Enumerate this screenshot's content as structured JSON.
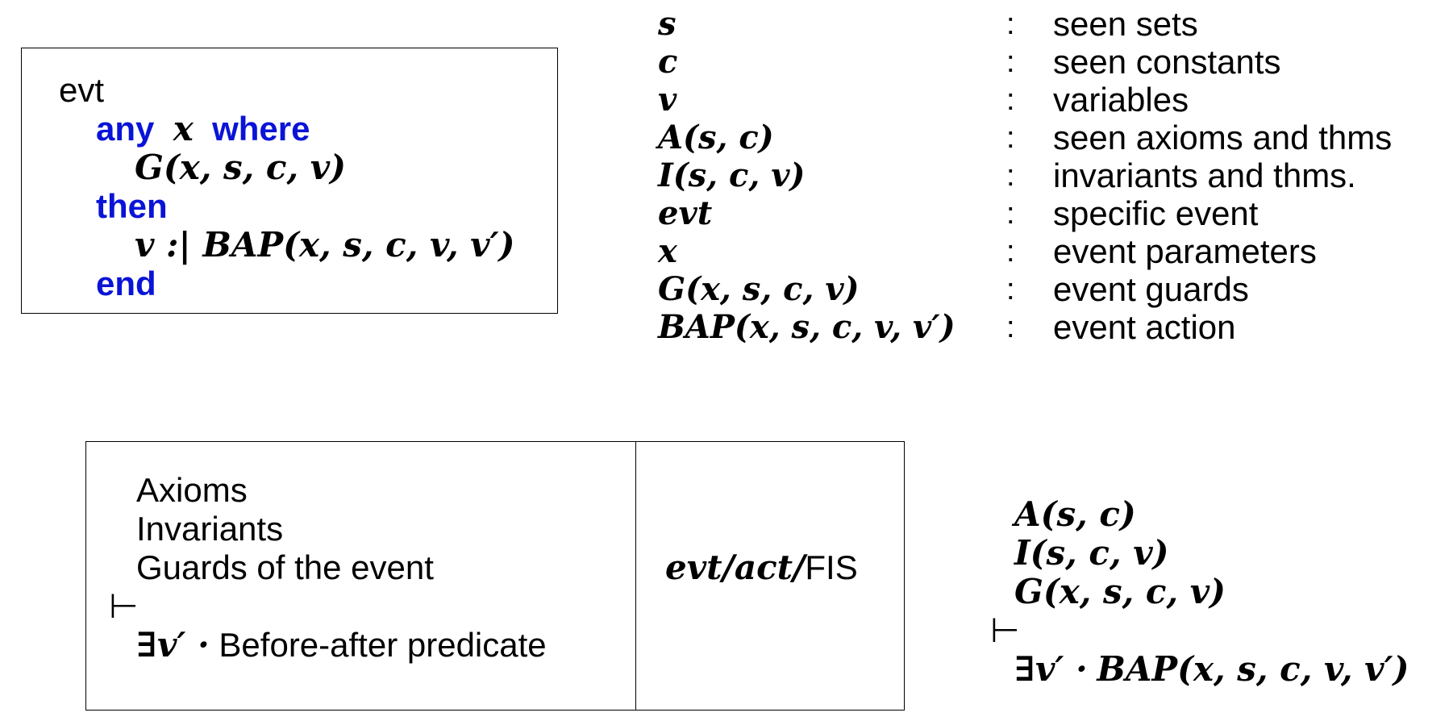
{
  "event_box": {
    "name": "evt",
    "kw_any": "any",
    "param": "x",
    "kw_where": "where",
    "guard": "G(x, s, c, v)",
    "kw_then": "then",
    "action": "v :| BAP(x, s, c, v, v′)",
    "kw_end": "end"
  },
  "legend": [
    {
      "symbol": "s",
      "desc": "seen sets"
    },
    {
      "symbol": "c",
      "desc": "seen constants"
    },
    {
      "symbol": "v",
      "desc": "variables"
    },
    {
      "symbol": "A(s, c)",
      "desc": "seen axioms and thms"
    },
    {
      "symbol": "I(s, c, v)",
      "desc": "invariants and thms."
    },
    {
      "symbol": "evt",
      "desc": "specific event"
    },
    {
      "symbol": "x",
      "desc": "event parameters"
    },
    {
      "symbol": "G(x, s, c, v)",
      "desc": "event guards"
    },
    {
      "symbol": "BAP(x, s, c, v, v′)",
      "desc": "event action"
    }
  ],
  "legend_separator": ":",
  "po_box": {
    "hyp1": "Axioms",
    "hyp2": "Invariants",
    "hyp3": "Guards of the event",
    "turnstile": "⊢",
    "goal_prefix": "∃v′ ·",
    "goal_text": "Before-after predicate",
    "label_math": "evt/act/",
    "label_text": "FIS"
  },
  "formal_po": {
    "hyp1": "A(s, c)",
    "hyp2": "I(s, c, v)",
    "hyp3": "G(x, s, c, v)",
    "turnstile": "⊢",
    "goal_prefix": "∃v′ ·",
    "goal": "BAP(x, s, c, v, v′)"
  }
}
